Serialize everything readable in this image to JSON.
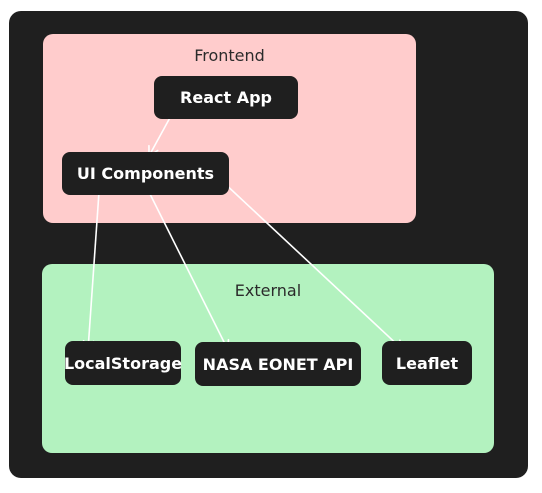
{
  "colors": {
    "canvas": "#1f1f1f",
    "frontend_group": "#ffcccc",
    "external_group": "#b3f2bf",
    "node": "#1f1f1f",
    "node_text": "#ffffff",
    "edge": "#ffffff"
  },
  "groups": {
    "frontend": {
      "label": "Frontend"
    },
    "external": {
      "label": "External"
    }
  },
  "nodes": {
    "react_app": "React App",
    "ui_components": "UI Components",
    "local_storage": "LocalStorage",
    "nasa_eonet_api": "NASA EONET API",
    "leaflet": "Leaflet"
  },
  "edges": [
    {
      "from": "React App",
      "to": "UI Components"
    },
    {
      "from": "UI Components",
      "to": "LocalStorage"
    },
    {
      "from": "UI Components",
      "to": "NASA EONET API"
    },
    {
      "from": "UI Components",
      "to": "Leaflet"
    }
  ]
}
